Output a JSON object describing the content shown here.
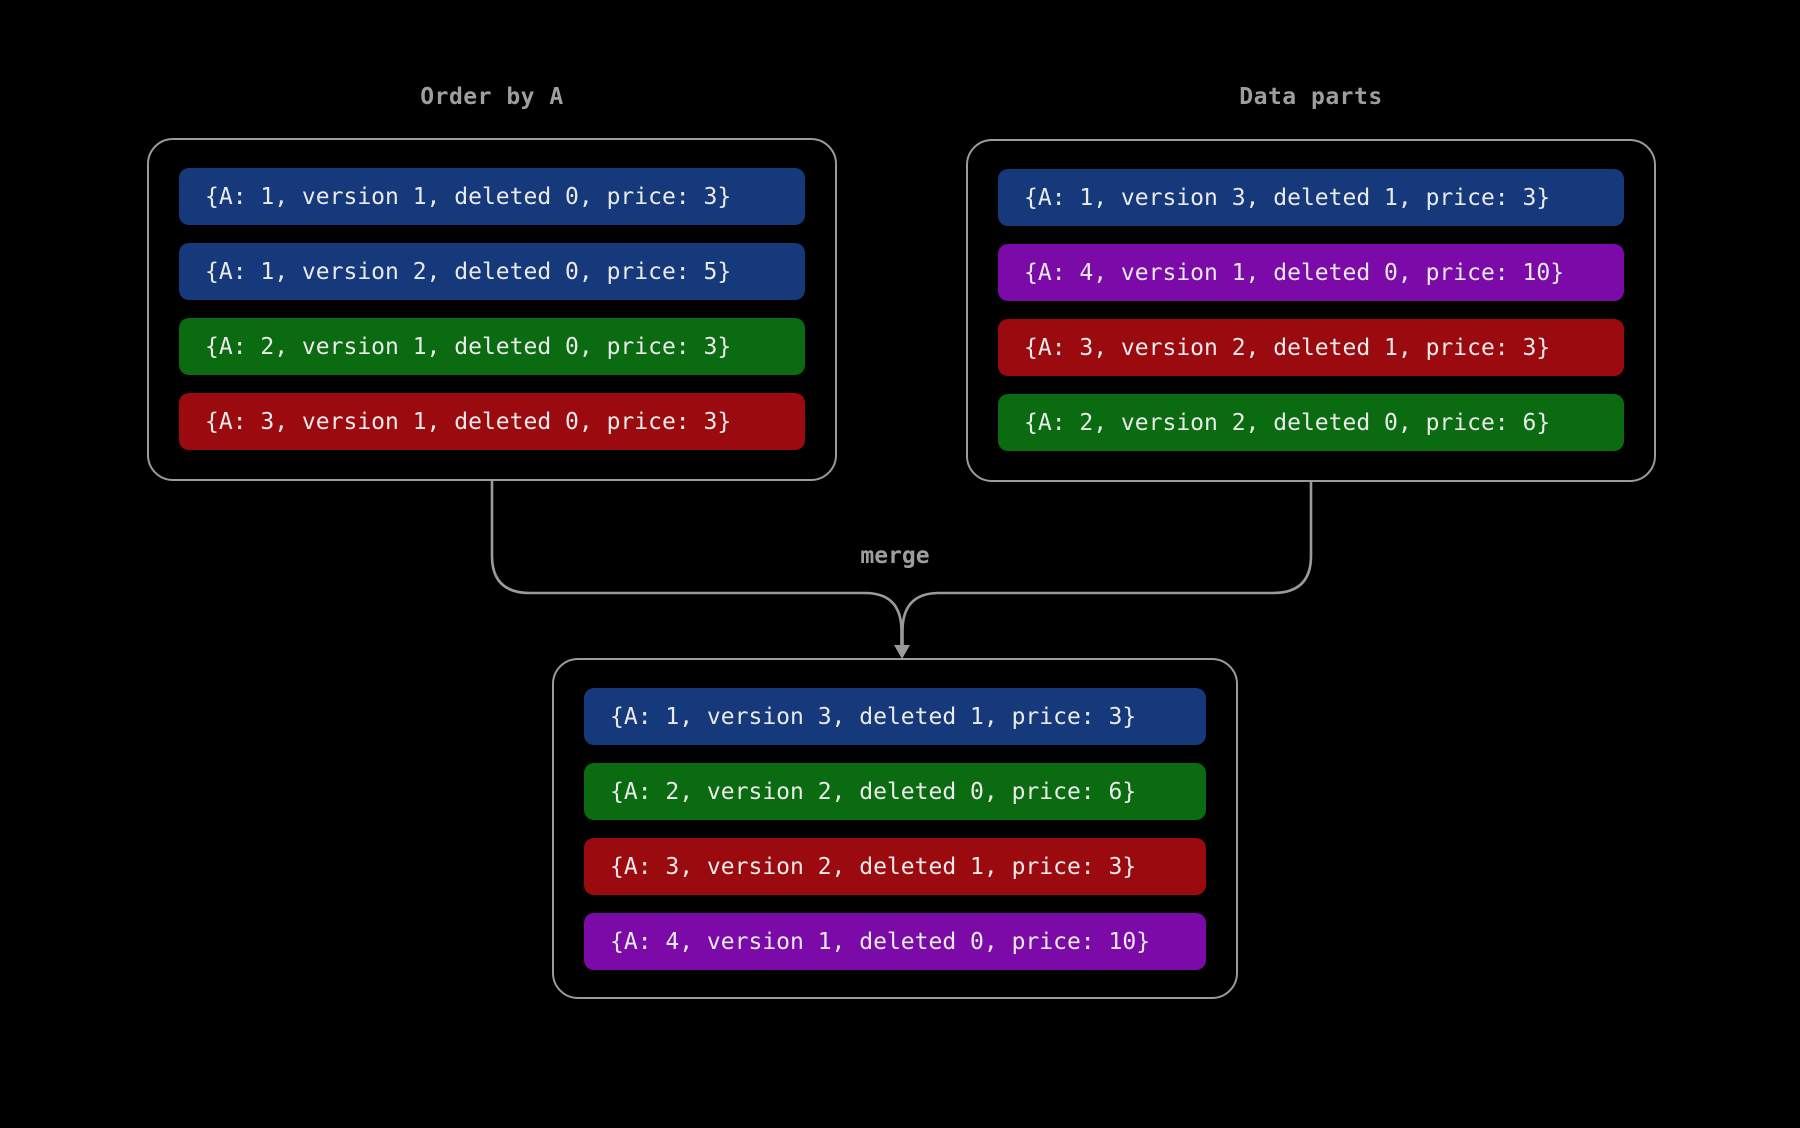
{
  "colors": {
    "blue": "#15397a",
    "green": "#0a6b11",
    "red": "#9b0a0f",
    "purple": "#7b0aa8",
    "border": "#9b9b9b",
    "connector": "#9a9a9a",
    "label": "#9e9e9e",
    "rowtext": "#eaeaea",
    "bg": "#000000"
  },
  "left_panel": {
    "title": "Order by A",
    "rows": [
      {
        "text": "{A: 1, version 1, deleted 0, price: 3}",
        "color": "blue"
      },
      {
        "text": "{A: 1, version 2, deleted 0, price: 5}",
        "color": "blue"
      },
      {
        "text": "{A: 2, version 1, deleted 0, price: 3}",
        "color": "green"
      },
      {
        "text": "{A: 3, version 1, deleted 0, price: 3}",
        "color": "red"
      }
    ]
  },
  "right_panel": {
    "title": "Data parts",
    "rows": [
      {
        "text": "{A: 1, version 3, deleted 1, price: 3}",
        "color": "blue"
      },
      {
        "text": "{A: 4, version 1, deleted 0, price: 10}",
        "color": "purple"
      },
      {
        "text": "{A: 3, version 2, deleted 1, price: 3}",
        "color": "red"
      },
      {
        "text": "{A: 2, version 2, deleted 0, price: 6}",
        "color": "green"
      }
    ]
  },
  "merge": {
    "label": "merge"
  },
  "result_panel": {
    "rows": [
      {
        "text": "{A: 1, version 3, deleted 1, price: 3}",
        "color": "blue"
      },
      {
        "text": "{A: 2, version 2, deleted 0, price: 6}",
        "color": "green"
      },
      {
        "text": "{A: 3, version 2, deleted 1, price: 3}",
        "color": "red"
      },
      {
        "text": "{A: 4, version 1, deleted 0, price: 10}",
        "color": "purple"
      }
    ]
  }
}
